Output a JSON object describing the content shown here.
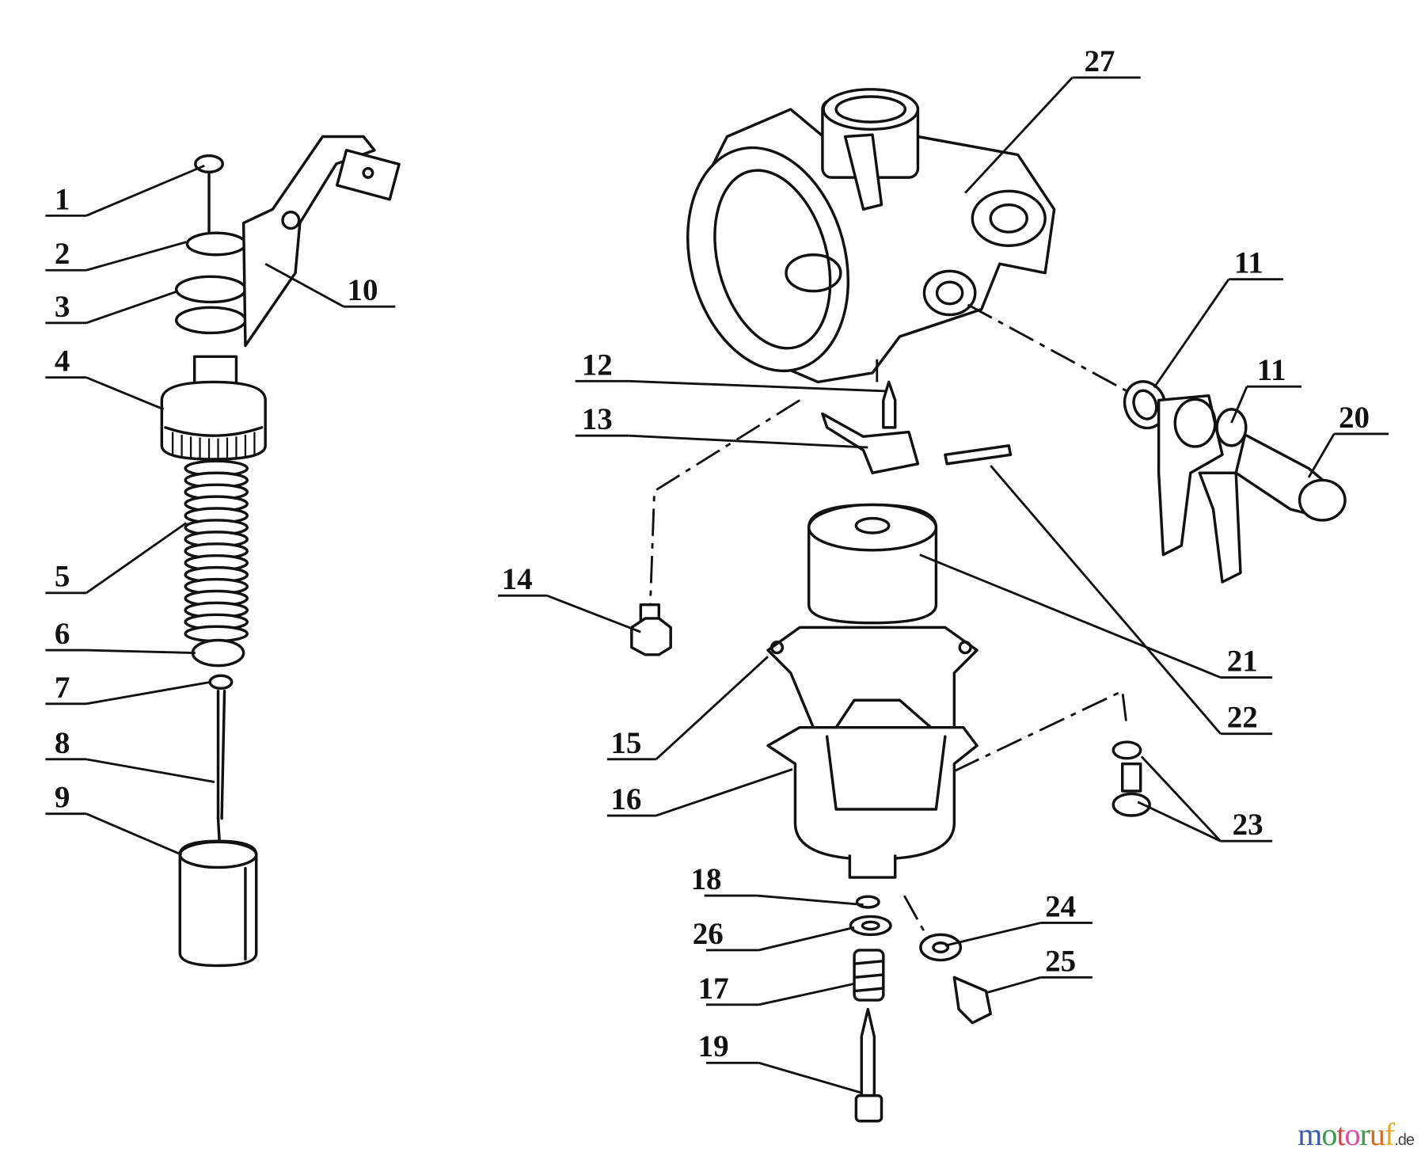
{
  "diagram": {
    "type": "exploded parts diagram (carburetor)",
    "callouts": [
      "1",
      "2",
      "3",
      "4",
      "5",
      "6",
      "7",
      "8",
      "9",
      "10",
      "27",
      "11",
      "11",
      "20",
      "12",
      "13",
      "14",
      "21",
      "22",
      "15",
      "16",
      "23",
      "18",
      "26",
      "17",
      "19",
      "24",
      "25"
    ]
  },
  "watermark": {
    "letters": [
      "m",
      "o",
      "t",
      "o",
      "r",
      "u",
      "f"
    ],
    "colors": [
      "#3b5aa8",
      "#3b9a4a",
      "#d64545",
      "#e04aa0",
      "#3b9a4a",
      "#d96a1e",
      "#e8a51e"
    ],
    "suffix": ".de"
  }
}
